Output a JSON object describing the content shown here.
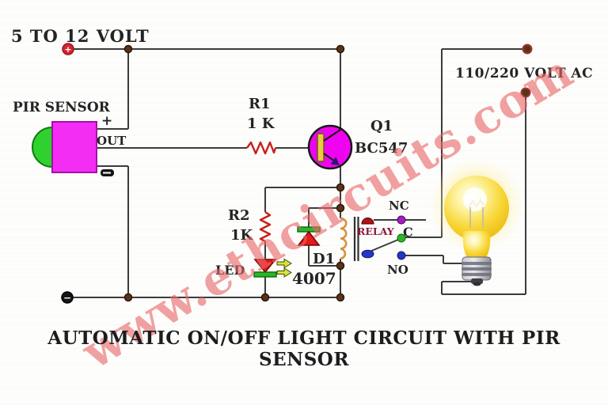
{
  "title": "AUTOMATIC ON/OFF LIGHT CIRCUIT WITH PIR SENSOR",
  "watermark": "www.ethcircuits.com",
  "labels": {
    "supply_voltage": "5 TO 12 VOLT",
    "ac_voltage": "110/220 VOLT AC",
    "plus_symbol": "+",
    "minus_symbol": "−",
    "pir_sensor": "PIR SENSOR",
    "pir_plus": "+",
    "pir_out": "OUT",
    "r1_name": "R1",
    "r1_value": "1 K",
    "q1_name": "Q1",
    "q1_value": "BC547",
    "r2_name": "R2",
    "r2_value": "1K",
    "led": "LED",
    "d1_name": "D1",
    "d1_value": "4007",
    "relay": "RELAY",
    "contact_nc": "NC",
    "contact_c": "C",
    "contact_no": "NO"
  },
  "colors": {
    "wire": "#3b3b3b",
    "resistor_zigzag": "#c7201c",
    "transistor_body": "#ef04ef",
    "transistor_base_bar": "#eccb42",
    "pir_body": "#f32df3",
    "pir_lens": "#2fd12f",
    "diode_triangle": "#e51a1a",
    "diode_bar": "#2db42d",
    "relay_coil": "#d8913d",
    "contact_nc_dot": "#a51cc4",
    "contact_c_dot": "#2db42d",
    "contact_no_dot": "#2336c9",
    "junction_dot": "#59331a",
    "plus_terminal": "#d42431",
    "minus_terminal": "#141414",
    "bulb_yellow": "#f8d93c",
    "watermark_pink": "#eb6969",
    "relay_text": "#8e1b40"
  }
}
